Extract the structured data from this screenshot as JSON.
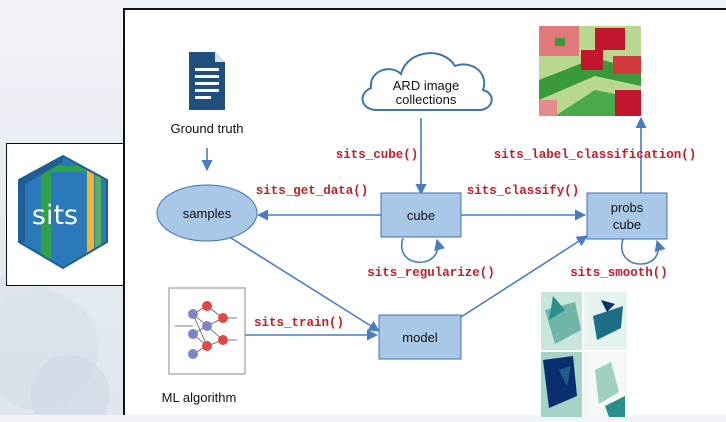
{
  "logo": {
    "text": "sits"
  },
  "diagram": {
    "ground_truth": "Ground truth",
    "ard_collections": {
      "line1": "ARD image",
      "line2": "collections"
    },
    "samples": "samples",
    "cube": "cube",
    "probs_cube": {
      "line1": "probs",
      "line2": "cube"
    },
    "model": "model",
    "ml_algorithm": "ML algorithm",
    "functions": {
      "cube": "sits_cube()",
      "get_data": "sits_get_data()",
      "classify": "sits_classify()",
      "label_classification": "sits_label_classification()",
      "regularize": "sits_regularize()",
      "smooth": "sits_smooth()",
      "train": "sits_train()"
    }
  },
  "colors": {
    "node_fill": "#a9c8e8",
    "node_stroke": "#3f72ae",
    "arrow": "#4a7cc0",
    "function_text": "#c0202a"
  }
}
